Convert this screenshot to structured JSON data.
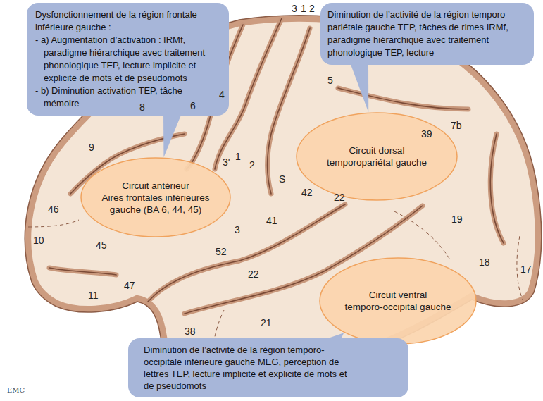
{
  "diagram": {
    "nodes": [
      {
        "text": [
          "Dysfonctionnement de la région frontale inférieure gauche :",
          "- a) Augmentation d’activation : IRMf, paradigme hiérarchique avec traitement phonologique TEP, lecture implicite et explicite de mots et de pseudomots",
          "- b) Diminution activation TEP, tâche mémoire"
        ]
      },
      {
        "text": [
          "Diminution de l’activité de la région temporo pariétale gauche TEP, tâches de rimes IRMf, paradigme hiérarchique avec traitement phonologique TEP, lecture"
        ]
      },
      {
        "text": [
          "Circuit antérieur",
          "Aires frontales inférieures gauche (BA 6, 44, 45)"
        ]
      },
      {
        "text": [
          "Circuit dorsal",
          "temporopariétal gauche"
        ]
      },
      {
        "text": [
          "Circuit ventral",
          "temporo-occipital gauche"
        ]
      },
      {
        "text": [
          "Diminution de l’activité de la région temporo-occipitale inférieure gauche MEG, perception de lettres TEP, lecture implicite et explicite de mots et de pseudomots"
        ]
      }
    ],
    "edges": [
      {
        "from": 0,
        "to": 2,
        "arrow": "none"
      },
      {
        "from": 1,
        "to": 3,
        "arrow": "none"
      },
      {
        "from": 5,
        "to": 4,
        "arrow": "none"
      }
    ],
    "labels": [
      "3",
      "1",
      "2",
      "5",
      "4",
      "6",
      "8",
      "9",
      "7b",
      "39",
      "3'",
      "1",
      "2",
      "S",
      "46",
      "42",
      "22",
      "41",
      "10",
      "45",
      "3",
      "52",
      "19",
      "22",
      "18",
      "17",
      "47",
      "11",
      "38",
      "21",
      "EMC"
    ]
  }
}
